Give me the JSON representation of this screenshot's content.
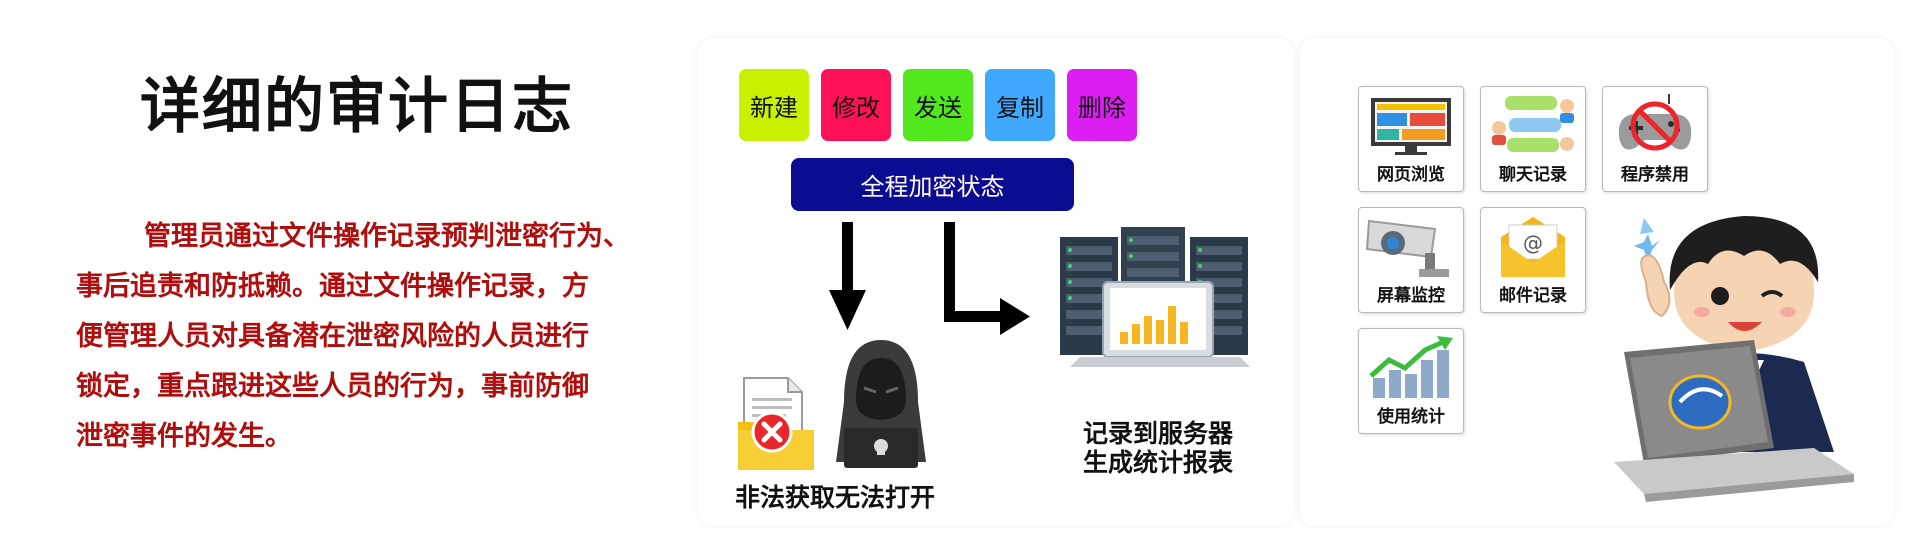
{
  "title": "详细的审计日志",
  "description_lines": [
    "管理员通过文件操作记录预判泄密行为、",
    "事后追责和防抵赖。通过文件操作记录，方",
    "便管理人员对具备潜在泄密风险的人员进行",
    "锁定，重点跟进这些人员的行为，事前防御",
    "泄密事件的发生。"
  ],
  "operations": [
    {
      "label": "新建",
      "color": "#c8f000"
    },
    {
      "label": "修改",
      "color": "#ff1158"
    },
    {
      "label": "发送",
      "color": "#52e81e"
    },
    {
      "label": "复制",
      "color": "#3fa8ff"
    },
    {
      "label": "删除",
      "color": "#dd1ef2"
    }
  ],
  "encryption_label": "全程加密状态",
  "illegal_caption": "非法获取无法打开",
  "server_caption_line1": "记录到服务器",
  "server_caption_line2": "生成统计报表",
  "features": [
    {
      "label": "网页浏览",
      "icon": "browser-icon"
    },
    {
      "label": "聊天记录",
      "icon": "chat-icon"
    },
    {
      "label": "程序禁用",
      "icon": "gamepad-forbidden-icon"
    },
    {
      "label": "屏幕监控",
      "icon": "cctv-camera-icon"
    },
    {
      "label": "邮件记录",
      "icon": "mail-icon"
    },
    {
      "label": "使用统计",
      "icon": "growth-chart-icon"
    }
  ],
  "colors": {
    "title": "#111111",
    "description": "#b00d0d",
    "encryption_bar": "#0c0c92",
    "chart_bar": "#f6b820"
  }
}
